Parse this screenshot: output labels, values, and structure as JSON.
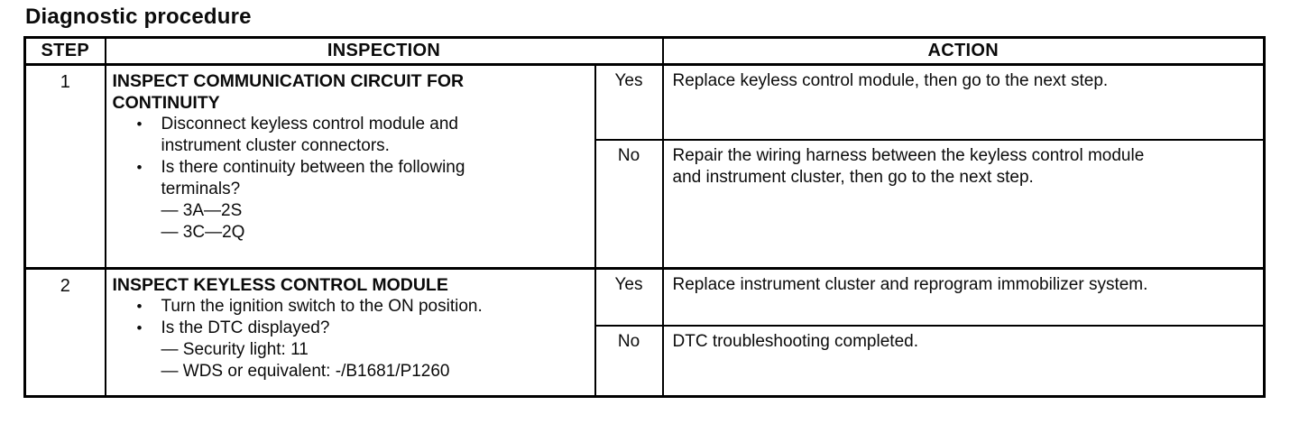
{
  "page": {
    "title": "Diagnostic procedure"
  },
  "table": {
    "headers": {
      "step": "STEP",
      "inspection": "INSPECTION",
      "action": "ACTION"
    },
    "rows": [
      {
        "step": "1",
        "title": "INSPECT COMMUNICATION CIRCUIT FOR CONTINUITY",
        "bullet_icon": "•",
        "bullets": [
          {
            "text": "Disconnect keyless control module and instrument cluster connectors."
          },
          {
            "text": "Is there continuity between the following terminals?"
          }
        ],
        "subitems": [
          "— 3A—2S",
          "— 3C—2Q"
        ],
        "yes_label": "Yes",
        "yes_action": "Replace keyless control module, then go to the next step.",
        "no_label": "No",
        "no_action": "Repair the wiring harness between the keyless control module and instrument cluster, then go to the next step."
      },
      {
        "step": "2",
        "title": "INSPECT KEYLESS CONTROL MODULE",
        "bullet_icon": "•",
        "bullets": [
          {
            "text": "Turn the ignition switch to the ON position."
          },
          {
            "text": "Is the DTC displayed?"
          }
        ],
        "subitems": [
          "— Security light: 11",
          "— WDS or equivalent: -/B1681/P1260"
        ],
        "yes_label": "Yes",
        "yes_action": "Replace instrument cluster and reprogram immobilizer system.",
        "no_label": "No",
        "no_action": "DTC troubleshooting completed."
      }
    ]
  }
}
